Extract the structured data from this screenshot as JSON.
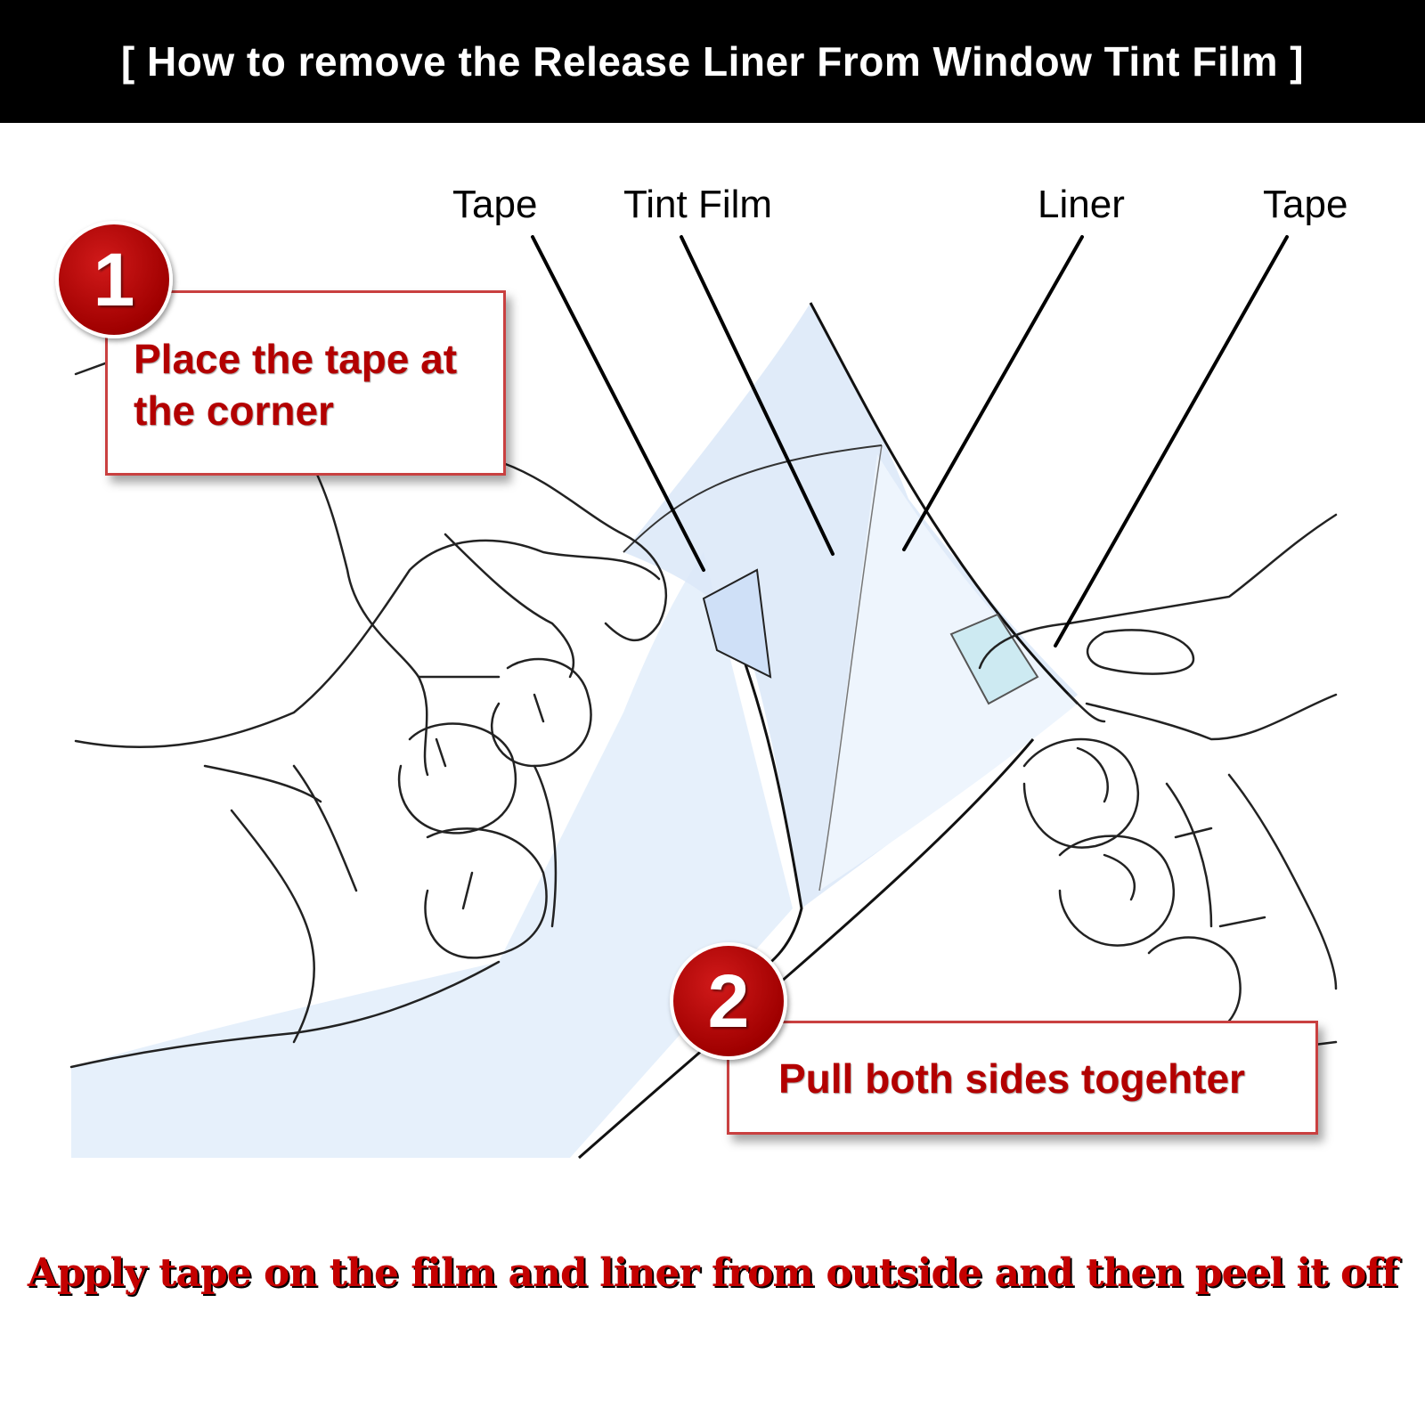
{
  "header": {
    "title": "[ How to remove the Release Liner From Window Tint Film ]"
  },
  "callouts": {
    "tape_left": "Tape",
    "tint_film": "Tint Film",
    "liner": "Liner",
    "tape_right": "Tape"
  },
  "steps": [
    {
      "number": "1",
      "line1": "Place the tape at",
      "line2": "the corner"
    },
    {
      "number": "2",
      "text": "Pull both sides togehter"
    }
  ],
  "footer": {
    "instruction": "Apply tape on the film and liner from outside and then peel it off"
  },
  "colors": {
    "header_bg": "#000000",
    "step_text": "#b30000",
    "badge": "#a00000",
    "film_tint": "#e6f0fb",
    "footer_text": "#c40000"
  }
}
